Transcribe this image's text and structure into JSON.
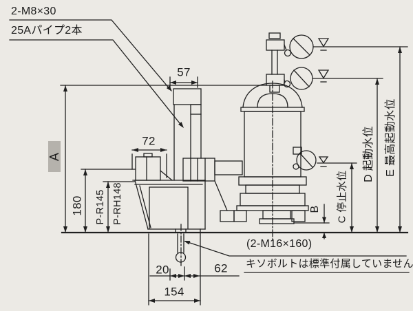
{
  "colors": {
    "background": "#ECEAE5",
    "line": "#1F1F1F",
    "highlight_box": "#B5B2AC"
  },
  "callouts": {
    "top_bolts": "2-M8×30",
    "guide_pipes": "25Aパイプ2本",
    "anchor_bolts": "(2-M16×160)",
    "anchor_note": "キソボルトは標準付属していません"
  },
  "dimensions": {
    "pipe_top_width": "57",
    "lid_fitting_width": "72",
    "tank_height": "180",
    "variant_pr": "P-R145",
    "variant_prh": "P-RH148",
    "bolt_offset": "20",
    "bolt_to_edge": "62",
    "base_width": "154",
    "label_a": "A",
    "label_b": "B",
    "stop_water_level": "C 停止水位",
    "start_water_level": "D 起動水位",
    "max_start_water_level": "E 最高起動水位"
  }
}
